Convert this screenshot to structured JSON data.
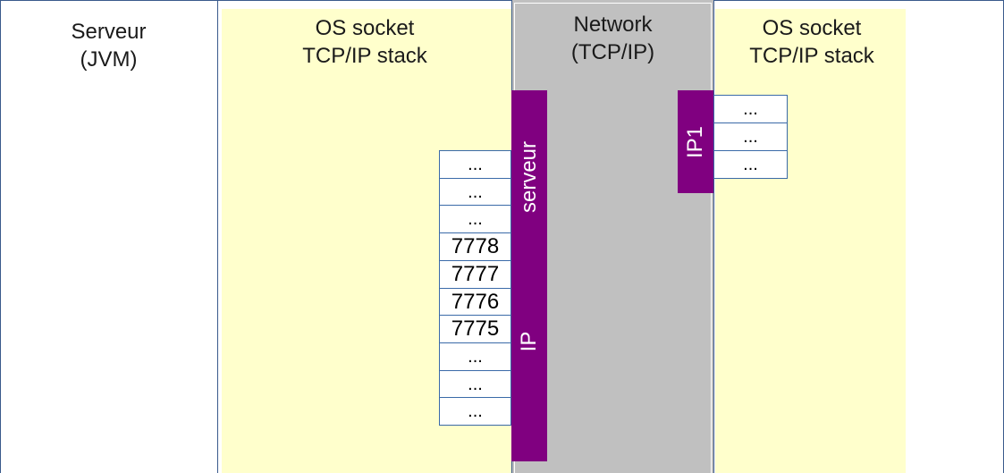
{
  "columns": {
    "jvm": {
      "title": "Serveur\n(JVM)"
    },
    "os_left": {
      "title": "OS socket\nTCP/IP stack"
    },
    "network": {
      "title": "Network\n(TCP/IP)"
    },
    "os_right": {
      "title": "OS socket\nTCP/IP stack"
    }
  },
  "server_bar": {
    "host_label": "serveur",
    "ip_label": "IP"
  },
  "client_bar": {
    "ip_label": "IP1"
  },
  "server_ports": [
    "...",
    "...",
    "...",
    "7778",
    "7777",
    "7776",
    "7775",
    "...",
    "...",
    "..."
  ],
  "client_ports": [
    "...",
    "...",
    "..."
  ],
  "colors": {
    "stack_panel": "#ffffcc",
    "network": "#c0c0c0",
    "ip_bar": "#800080",
    "port_border": "#3a6aa8"
  }
}
